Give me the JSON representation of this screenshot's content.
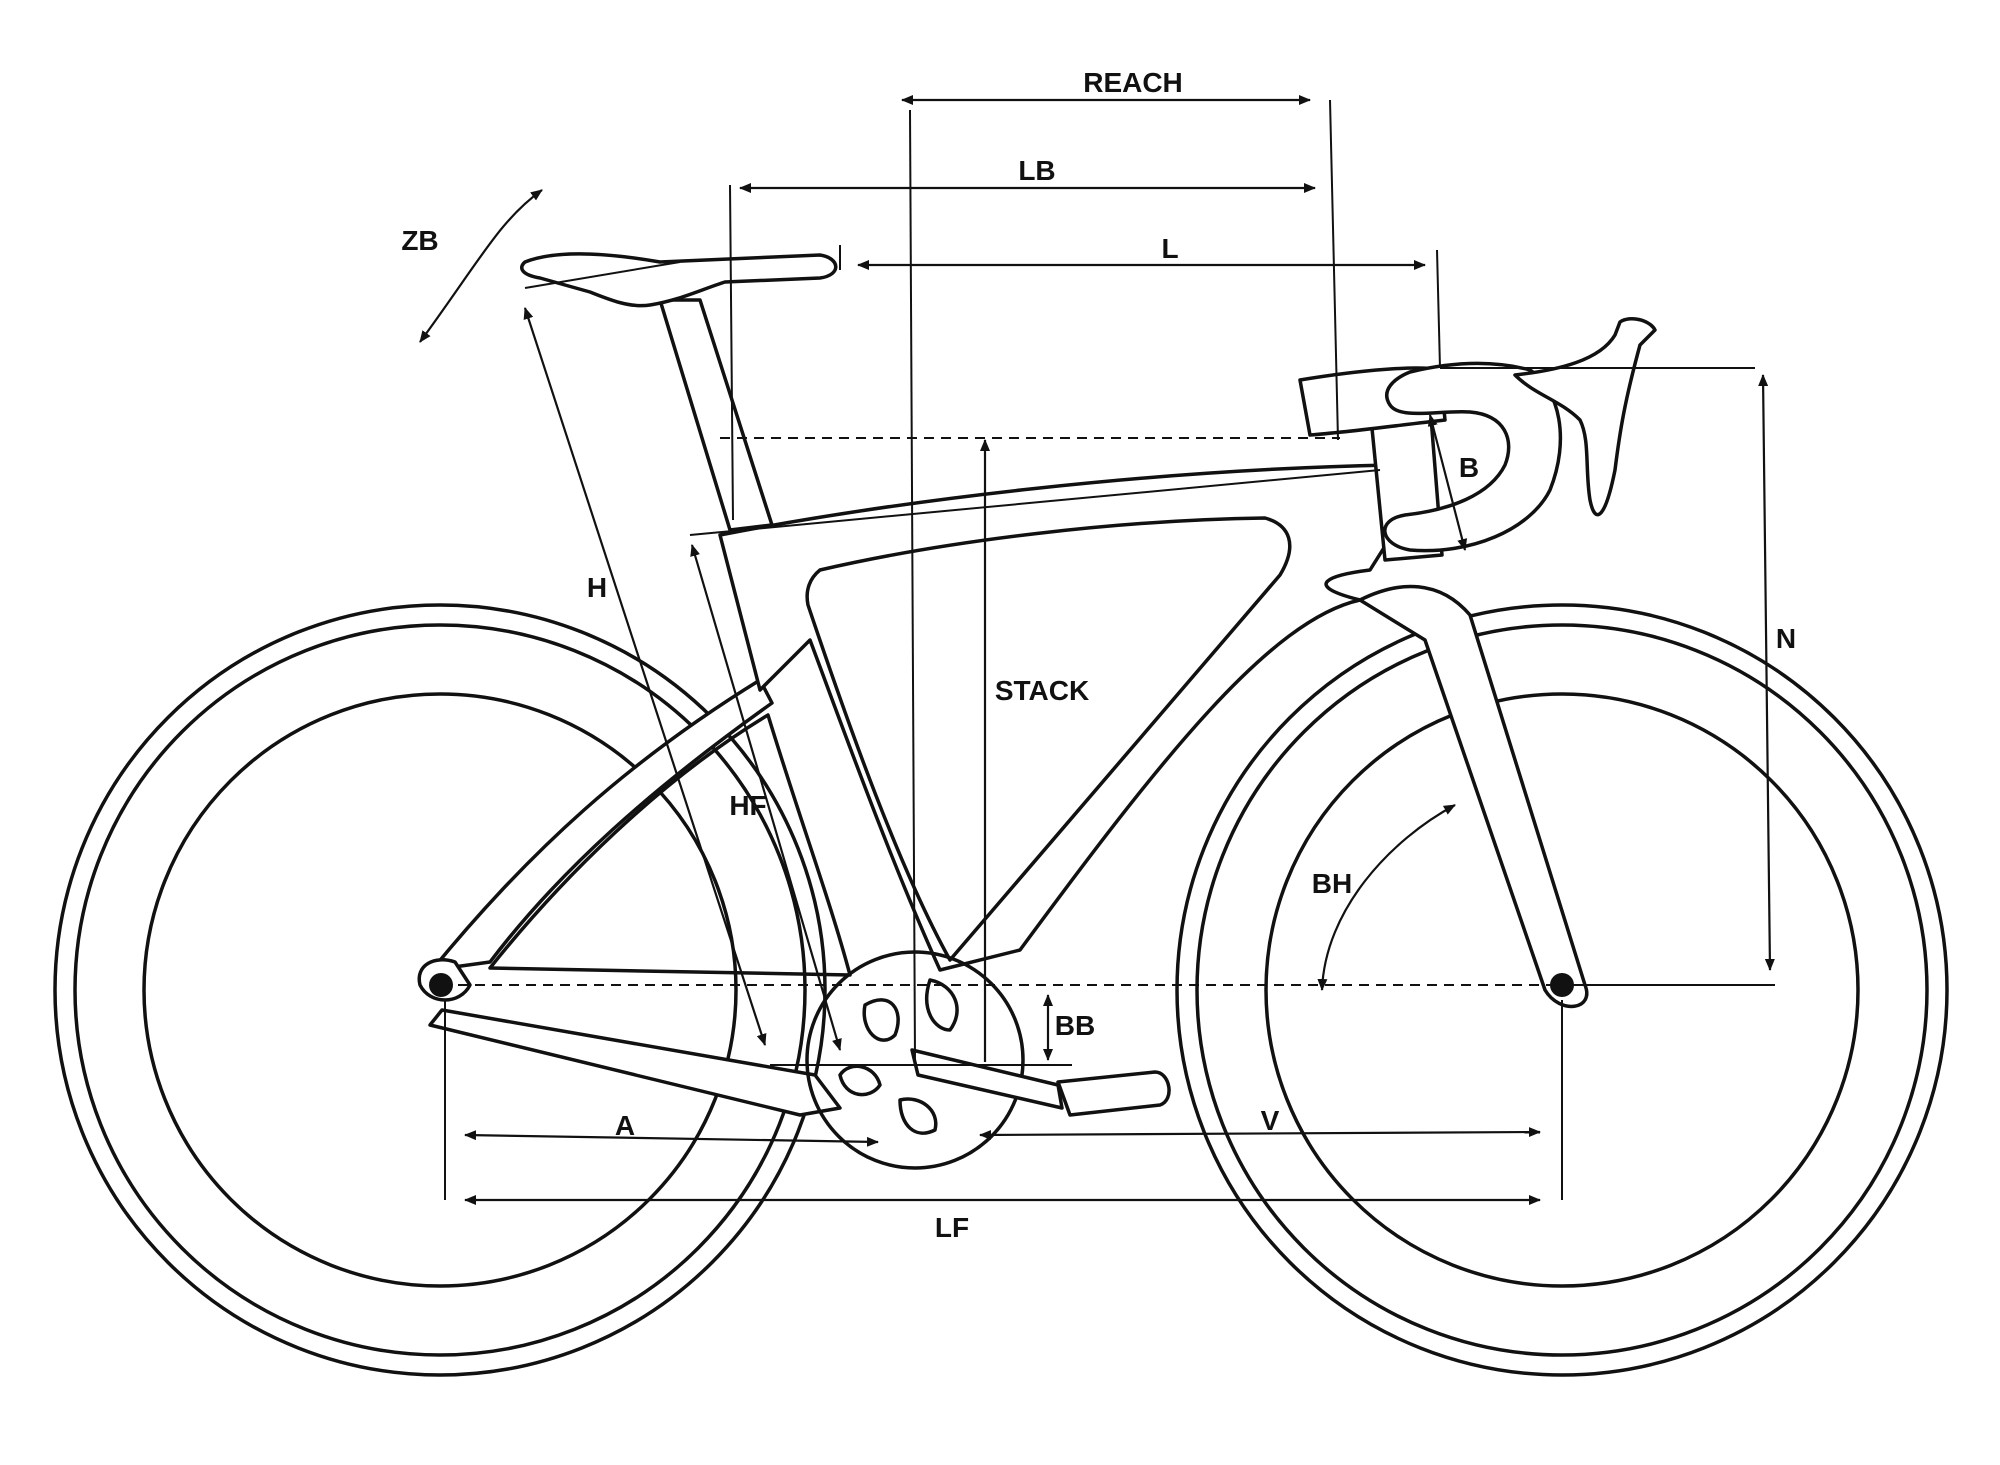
{
  "labels": {
    "reach": "REACH",
    "lb": "LB",
    "l": "L",
    "zb": "ZB",
    "h": "H",
    "stack": "STACK",
    "b": "B",
    "n": "N",
    "hf": "HF",
    "bh": "BH",
    "bb": "BB",
    "a": "A",
    "v": "V",
    "lf": "LF"
  },
  "colors": {
    "ink": "#111111",
    "background": "#ffffff"
  }
}
